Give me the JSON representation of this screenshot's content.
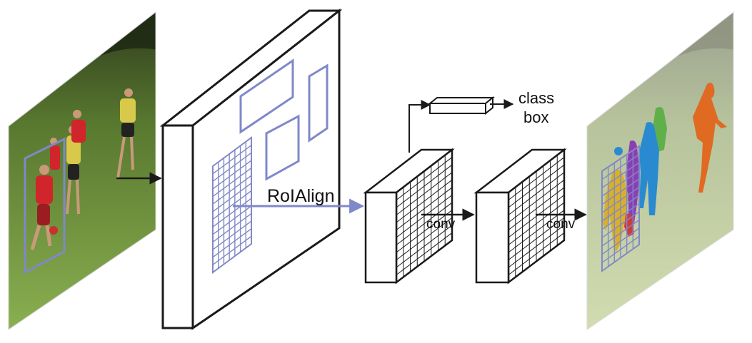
{
  "labels": {
    "roi_align": "RoIAlign",
    "class": "class",
    "box": "box",
    "conv_1": "conv",
    "conv_2": "conv"
  },
  "colors": {
    "roi_accent": "#8088c8",
    "stroke": "#1a1a1a",
    "grass": "#6f9a3c",
    "trees": "#2b3a1c",
    "red_team": "#d0252b",
    "yellow_team": "#d8c94a",
    "mask_orange": "#e06a22",
    "mask_green": "#5fb04a",
    "mask_blue": "#2a8ad0",
    "mask_purple": "#8a3fb0",
    "mask_yellow": "#d8b02a",
    "mask_red": "#d03a3a"
  },
  "icons": {
    "input_image": "soccer-photo-icon",
    "output_image": "segmented-soccer-photo-icon"
  }
}
